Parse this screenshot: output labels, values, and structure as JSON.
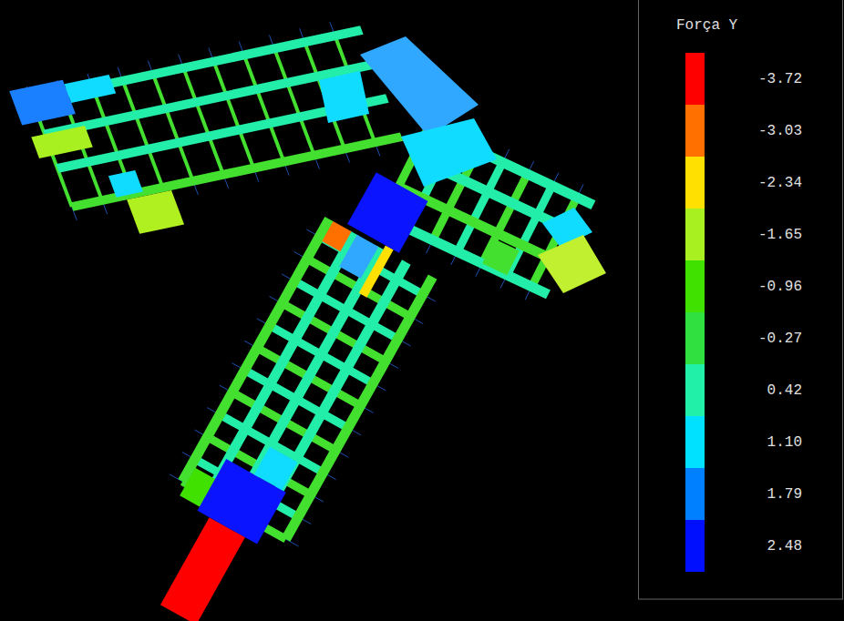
{
  "diagram": {
    "title": "Força Y",
    "legend": [
      {
        "text": "-3.72",
        "color": "#ff0000"
      },
      {
        "text": "-3.03",
        "color": "#ff7000"
      },
      {
        "text": "-2.34",
        "color": "#ffe000"
      },
      {
        "text": "-1.65",
        "color": "#a8f020"
      },
      {
        "text": "-0.96",
        "color": "#40e000"
      },
      {
        "text": "-0.27",
        "color": "#30e040"
      },
      {
        "text": "0.42",
        "color": "#20f0a8"
      },
      {
        "text": "1.10",
        "color": "#00e0ff"
      },
      {
        "text": "1.79",
        "color": "#0080ff"
      },
      {
        "text": "2.48",
        "color": "#0010ff"
      }
    ]
  }
}
